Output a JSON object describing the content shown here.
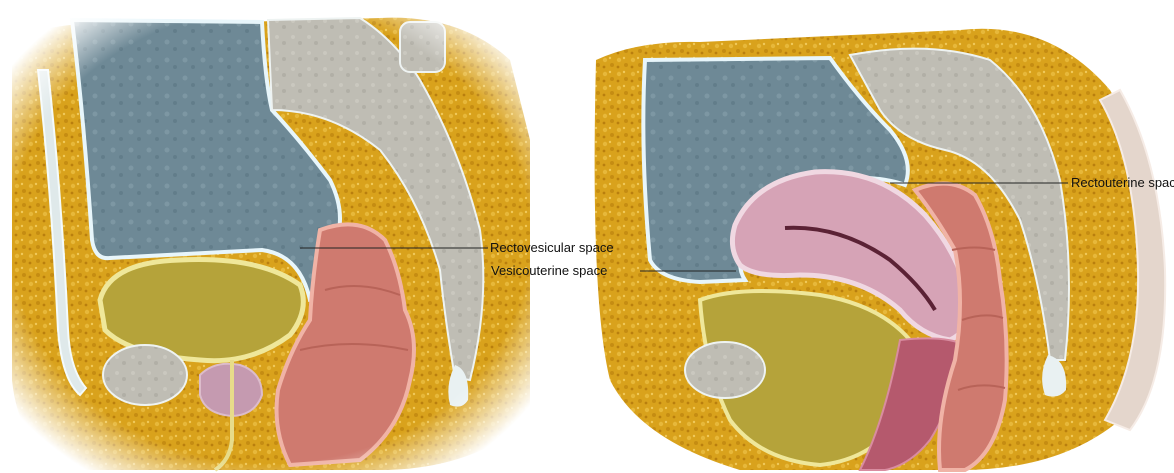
{
  "labels": {
    "rectovesicular": "Rectovesicular space",
    "vesicouterine": "Vesicouterine space",
    "rectouterine": "Rectouterine space"
  },
  "colors": {
    "fat": "#d9a21c",
    "cavity": "#6f8a97",
    "bone": "#bdbbb2",
    "bladder": "#b9aa3a",
    "uterus": "#d6a3b6",
    "rectum": "#cf7a6f",
    "prostate": "#c59ab0",
    "peritoneum": "#e8f6fb"
  }
}
